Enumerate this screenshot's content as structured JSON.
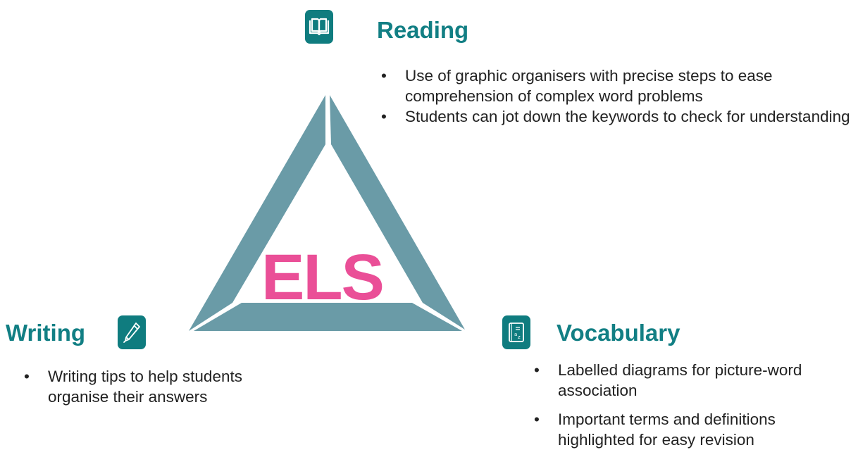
{
  "diagram": {
    "center_label": "ELS",
    "colors": {
      "triangle": "#6a9ba7",
      "accent": "#0f7c7f",
      "heading": "#127f84",
      "center_label": "#ea4f97"
    }
  },
  "reading": {
    "icon": "open-book-icon",
    "heading": "Reading",
    "bullets": [
      "Use of graphic organisers with precise steps to ease comprehension of complex word problems",
      "Students can jot down the keywords to check for understanding"
    ]
  },
  "writing": {
    "icon": "pen-icon",
    "heading": "Writing",
    "bullets": [
      "Writing tips to help students organise their answers"
    ]
  },
  "vocabulary": {
    "icon": "dictionary-icon",
    "heading": "Vocabulary",
    "bullets": [
      "Labelled diagrams for picture-word association",
      "Important terms and definitions highlighted for easy revision"
    ]
  }
}
